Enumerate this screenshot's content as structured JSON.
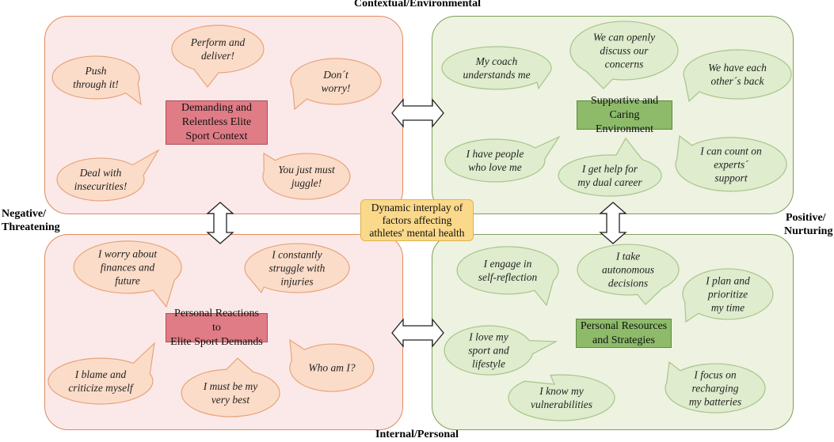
{
  "axes": {
    "top": "Contextual/Environmental",
    "bottom": "Internal/Personal",
    "left": [
      "Negative/",
      "Threatening"
    ],
    "right": [
      "Positive/",
      "Nurturing"
    ]
  },
  "center": [
    "Dynamic interplay of",
    "factors affecting",
    "athletes' mental health"
  ],
  "quadrants": {
    "top_left": {
      "title": [
        "Demanding and",
        "Relentless Elite",
        "Sport Context"
      ],
      "bubbles": [
        [
          "Push",
          "through it!"
        ],
        [
          "Perform and",
          "deliver!"
        ],
        [
          "Don´t",
          "worry!"
        ],
        [
          "Deal with",
          "insecurities!"
        ],
        [
          "You just must",
          "juggle!"
        ]
      ]
    },
    "top_right": {
      "title": [
        "Supportive and",
        "Caring Environment"
      ],
      "bubbles": [
        [
          "My coach",
          "understands me"
        ],
        [
          "We can openly",
          "discuss our",
          "concerns"
        ],
        [
          "We have each",
          "other´s back"
        ],
        [
          "I have people",
          "who love me"
        ],
        [
          "I get help for",
          "my dual career"
        ],
        [
          "I can count on",
          "experts´",
          "support"
        ]
      ]
    },
    "bottom_left": {
      "title": [
        "Personal Reactions to",
        "Elite Sport Demands"
      ],
      "bubbles": [
        [
          "I worry about",
          "finances and",
          "future"
        ],
        [
          "I constantly",
          "struggle with",
          "injuries"
        ],
        [
          "Who am I?"
        ],
        [
          "I blame and",
          "criticize myself"
        ],
        [
          "I must be my",
          "very best"
        ]
      ]
    },
    "bottom_right": {
      "title": [
        "Personal Resources",
        "and Strategies"
      ],
      "bubbles": [
        [
          "I engage in",
          "self-reflection"
        ],
        [
          "I take",
          "autonomous",
          "decisions"
        ],
        [
          "I plan and",
          "prioritize",
          "my time"
        ],
        [
          "I love my",
          "sport and",
          "lifestyle"
        ],
        [
          "I know my",
          "vulnerabilities"
        ],
        [
          "I focus on",
          "recharging",
          "my batteries"
        ]
      ]
    }
  },
  "colors": {
    "neg_fill": "#fbe9e9",
    "neg_border": "#e08a5a",
    "pos_fill": "#eef2e0",
    "pos_border": "#7fa05c",
    "neg_bubble": "#fbdcc8",
    "neg_bubble_border": "#e8a37c",
    "pos_bubble": "#dfeccd",
    "pos_bubble_border": "#a7c58a",
    "center_fill": "#fbd98a"
  }
}
